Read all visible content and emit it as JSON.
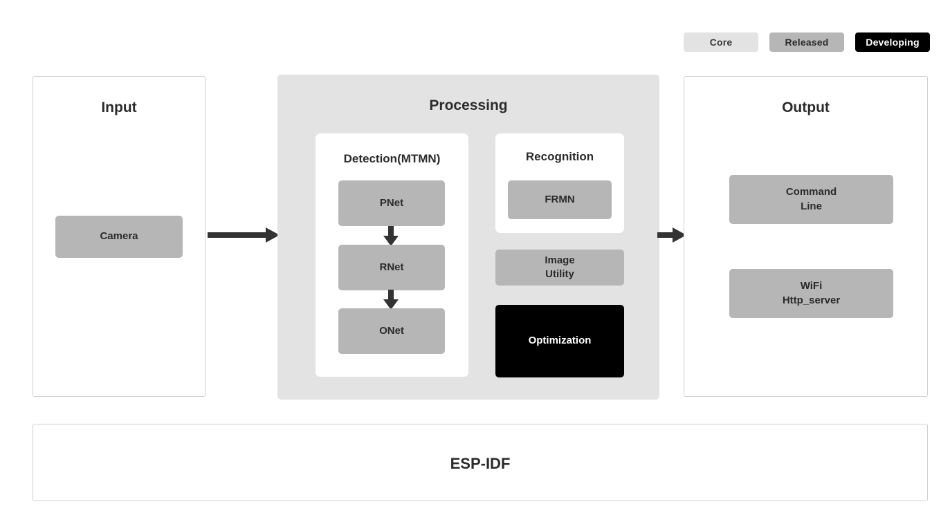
{
  "legend": {
    "items": [
      {
        "label": "Core",
        "state": "core",
        "color": "#e3e3e3"
      },
      {
        "label": "Released",
        "state": "released",
        "color": "#b6b6b6"
      },
      {
        "label": "Developing",
        "state": "developing",
        "color": "#000000"
      }
    ]
  },
  "panels": {
    "input": {
      "title": "Input",
      "nodes": [
        {
          "label": "Camera",
          "state": "released"
        }
      ]
    },
    "processing": {
      "title": "Processing",
      "groups": [
        {
          "title": "Detection(MTMN)",
          "nodes": [
            {
              "label": "PNet",
              "state": "released"
            },
            {
              "label": "RNet",
              "state": "released"
            },
            {
              "label": "ONet",
              "state": "released"
            }
          ]
        },
        {
          "title": "Recognition",
          "nodes": [
            {
              "label": "FRMN",
              "state": "released"
            }
          ]
        }
      ],
      "loose_nodes": [
        {
          "label": "Image\nUtility",
          "state": "released"
        },
        {
          "label": "Optimization",
          "state": "developing"
        }
      ]
    },
    "output": {
      "title": "Output",
      "nodes": [
        {
          "label": "Command\nLine",
          "state": "released"
        },
        {
          "label": "WiFi\nHttp_server",
          "state": "released"
        }
      ]
    },
    "framework": {
      "title": "ESP-IDF"
    }
  },
  "arrows": [
    {
      "name": "input-to-processing",
      "direction": "right"
    },
    {
      "name": "processing-to-output",
      "direction": "right"
    },
    {
      "name": "pnet-to-rnet",
      "direction": "down"
    },
    {
      "name": "rnet-to-onet",
      "direction": "down"
    }
  ],
  "colors": {
    "core": "#e3e3e3",
    "released": "#b6b6b6",
    "developing": "#000000",
    "panel_border": "#cfcfcf",
    "text": "#2b2b2b",
    "arrow": "#333333"
  }
}
